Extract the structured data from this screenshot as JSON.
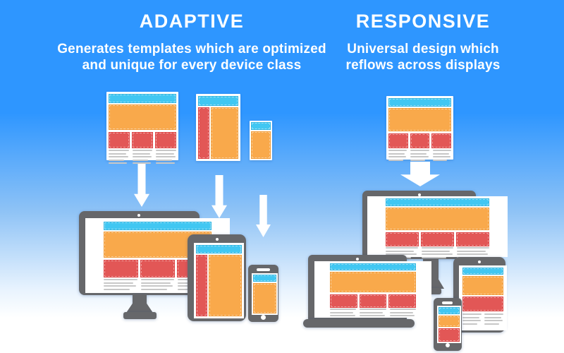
{
  "colors": {
    "bg_top": "#2E96FF",
    "bg_mid1": "#8FC3F6",
    "bg_mid2": "#E8F3FE",
    "bg_bottom": "#FFFFFF",
    "title_white": "#FFFFFF",
    "cyan": "#41C7F2",
    "cyan_border": "#2FB4E0",
    "orange": "#F9A94B",
    "orange_border": "#F09A35",
    "red": "#E25756",
    "red_border": "#DC4040",
    "device_gray": "#66676A",
    "text_line_gray": "#C7C7C7",
    "screen_white": "#FFFFFF",
    "arrow_white": "#FFFFFF",
    "glow_blue": "#6FB9F7"
  },
  "adaptive": {
    "title": "ADAPTIVE",
    "subtitle": [
      "Generates templates which are optimized",
      "and unique for every device class"
    ]
  },
  "responsive": {
    "title": "RESPONSIVE",
    "subtitle": [
      "Universal design which",
      "reflows across displays"
    ]
  }
}
